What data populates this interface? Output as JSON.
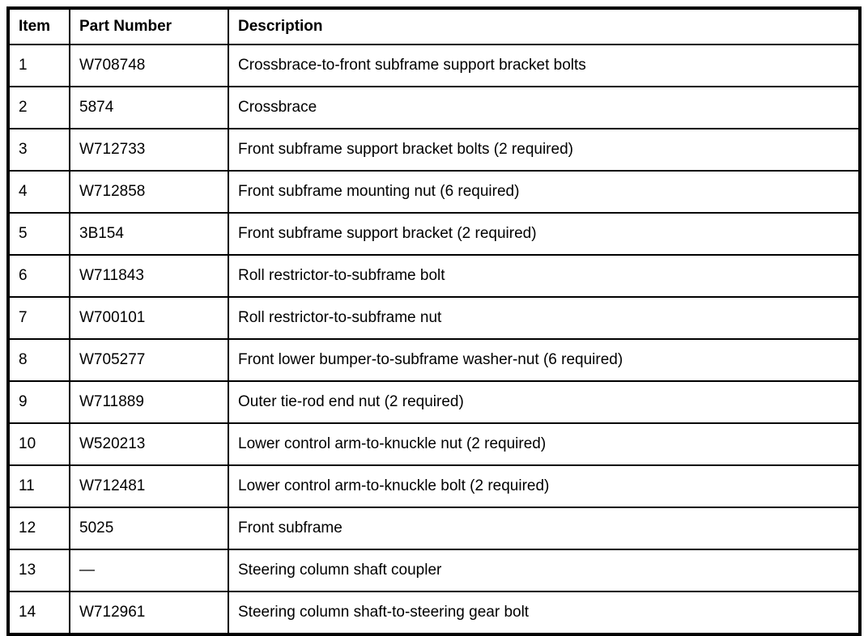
{
  "table": {
    "columns": [
      {
        "key": "item",
        "label": "Item"
      },
      {
        "key": "part",
        "label": "Part Number"
      },
      {
        "key": "desc",
        "label": "Description"
      }
    ],
    "rows": [
      {
        "item": "1",
        "part": "W708748",
        "desc": "Crossbrace-to-front subframe support bracket bolts"
      },
      {
        "item": "2",
        "part": "5874",
        "desc": "Crossbrace"
      },
      {
        "item": "3",
        "part": "W712733",
        "desc": "Front subframe support bracket bolts (2 required)"
      },
      {
        "item": "4",
        "part": "W712858",
        "desc": "Front subframe mounting nut (6 required)"
      },
      {
        "item": "5",
        "part": "3B154",
        "desc": "Front subframe support bracket (2 required)"
      },
      {
        "item": "6",
        "part": "W711843",
        "desc": "Roll restrictor-to-subframe bolt"
      },
      {
        "item": "7",
        "part": "W700101",
        "desc": "Roll restrictor-to-subframe nut"
      },
      {
        "item": "8",
        "part": "W705277",
        "desc": "Front lower bumper-to-subframe washer-nut (6 required)"
      },
      {
        "item": "9",
        "part": "W711889",
        "desc": "Outer tie-rod end nut (2 required)"
      },
      {
        "item": "10",
        "part": "W520213",
        "desc": "Lower control arm-to-knuckle nut (2 required)"
      },
      {
        "item": "11",
        "part": "W712481",
        "desc": "Lower control arm-to-knuckle bolt (2 required)"
      },
      {
        "item": "12",
        "part": "5025",
        "desc": "Front subframe"
      },
      {
        "item": "13",
        "part": "—",
        "desc": "Steering column shaft coupler"
      },
      {
        "item": "14",
        "part": "W712961",
        "desc": "Steering column shaft-to-steering gear bolt"
      }
    ],
    "colors": {
      "border": "#000000",
      "text": "#000000",
      "background": "#ffffff"
    }
  }
}
